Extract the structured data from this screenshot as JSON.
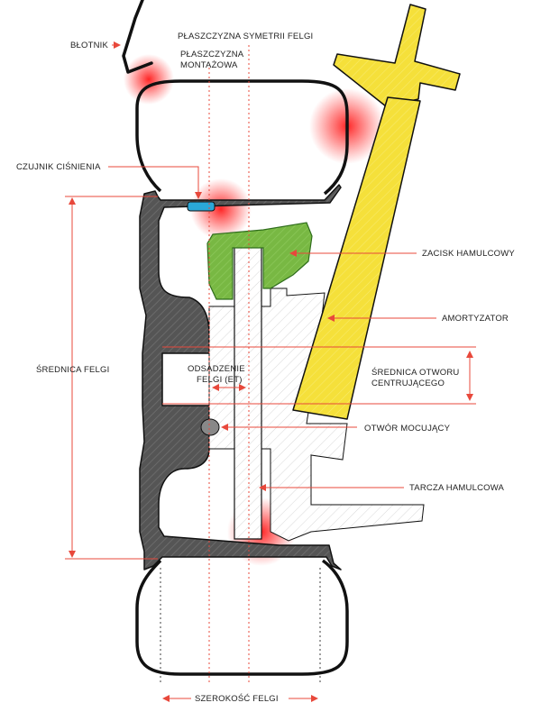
{
  "labels": {
    "fender": "BŁOTNIK",
    "rim_symmetry_plane": "PŁASZCZYZNA SYMETRII FELGI",
    "mounting_plane_line1": "PŁASZCZYZNA",
    "mounting_plane_line2": "MONTAŻOWA",
    "pressure_sensor": "CZUJNIK CIŚNIENIA",
    "brake_caliper": "ZACISK HAMULCOWY",
    "shock_absorber": "AMORTYZATOR",
    "rim_diameter": "ŚREDNICA FELGI",
    "offset_line1": "ODSADZENIE",
    "offset_line2": "FELGI (ET)",
    "center_bore_line1": "ŚREDNICA OTWORU",
    "center_bore_line2": "CENTRUJĄCEGO",
    "mounting_hole": "OTWÓR MOCUJĄCY",
    "brake_disc": "TARCZA HAMULCOWA",
    "rim_width": "SZEROKOŚĆ FELGI"
  },
  "colors": {
    "accent": "#e8483b",
    "shock": "#f5e03a",
    "caliper": "#78b843",
    "sensor": "#2aa8d8",
    "rim": "#555555",
    "outline": "#111111"
  }
}
